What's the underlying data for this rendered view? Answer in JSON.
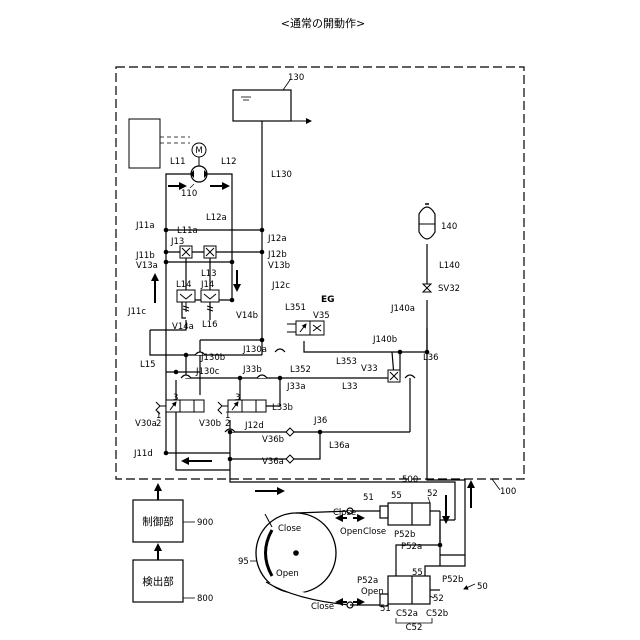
{
  "title": "<通常の開動作>",
  "boxes": {
    "control_unit": {
      "label": "制御部",
      "ref": "900"
    },
    "detection_unit": {
      "label": "検出部",
      "ref": "800"
    }
  },
  "refs": {
    "enclosure": "100",
    "tank": "130",
    "pump": "110",
    "accumulator": "140",
    "actuator_group": "50",
    "actuator_top": "52",
    "actuator_bottom": "52",
    "disc": "95"
  },
  "labels": {
    "motor": "M",
    "EG": "EG",
    "L11": "L11",
    "L12": "L12",
    "L130": "L130",
    "L11a": "L11a",
    "L12a": "L12a",
    "J11a": "J11a",
    "J12a": "J12a",
    "J11b": "J11b",
    "J12b": "J12b",
    "J13": "J13",
    "L13": "L13",
    "V13a": "V13a",
    "V13b": "V13b",
    "L14": "L14",
    "J14": "J14",
    "J12c": "J12c",
    "J11c": "J11c",
    "V14a": "V14a",
    "L16": "L16",
    "V14b": "V14b",
    "L15": "L15",
    "J130b": "J130b",
    "J130a": "J130a",
    "J130c": "J130c",
    "L351": "L351",
    "V35": "V35",
    "L352": "L352",
    "L353": "L353",
    "J33b": "J33b",
    "J33a": "J33a",
    "L33": "L33",
    "V33": "V33",
    "J140b": "J140b",
    "J140a": "J140a",
    "L36": "L36",
    "L140": "L140",
    "SV32": "SV32",
    "V30a": "V30a",
    "V30b": "V30b",
    "L33b": "L33b",
    "J12d": "J12d",
    "J36": "J36",
    "V36b": "V36b",
    "L36a": "L36a",
    "V36a": "V36a",
    "J11d": "J11d",
    "port3": "3",
    "port1": "1",
    "port2": "2",
    "p51_top": "51",
    "p55_top": "55",
    "p500": "500",
    "P52b_top": "P52b",
    "P52a_top": "P52a",
    "P52a_bot": "P52a",
    "p55_bot": "55",
    "P52b_bot": "P52b",
    "p51_bot": "51",
    "C52a": "C52a",
    "C52b": "C52b",
    "C52": "C52",
    "close_1": "Close",
    "open_1": "Open",
    "close_2": "Close",
    "close_3": "Close",
    "open_3": "Open",
    "close_4": "Close",
    "open_4": "Open"
  },
  "colors": {
    "line": "#000000",
    "background": "#ffffff"
  }
}
